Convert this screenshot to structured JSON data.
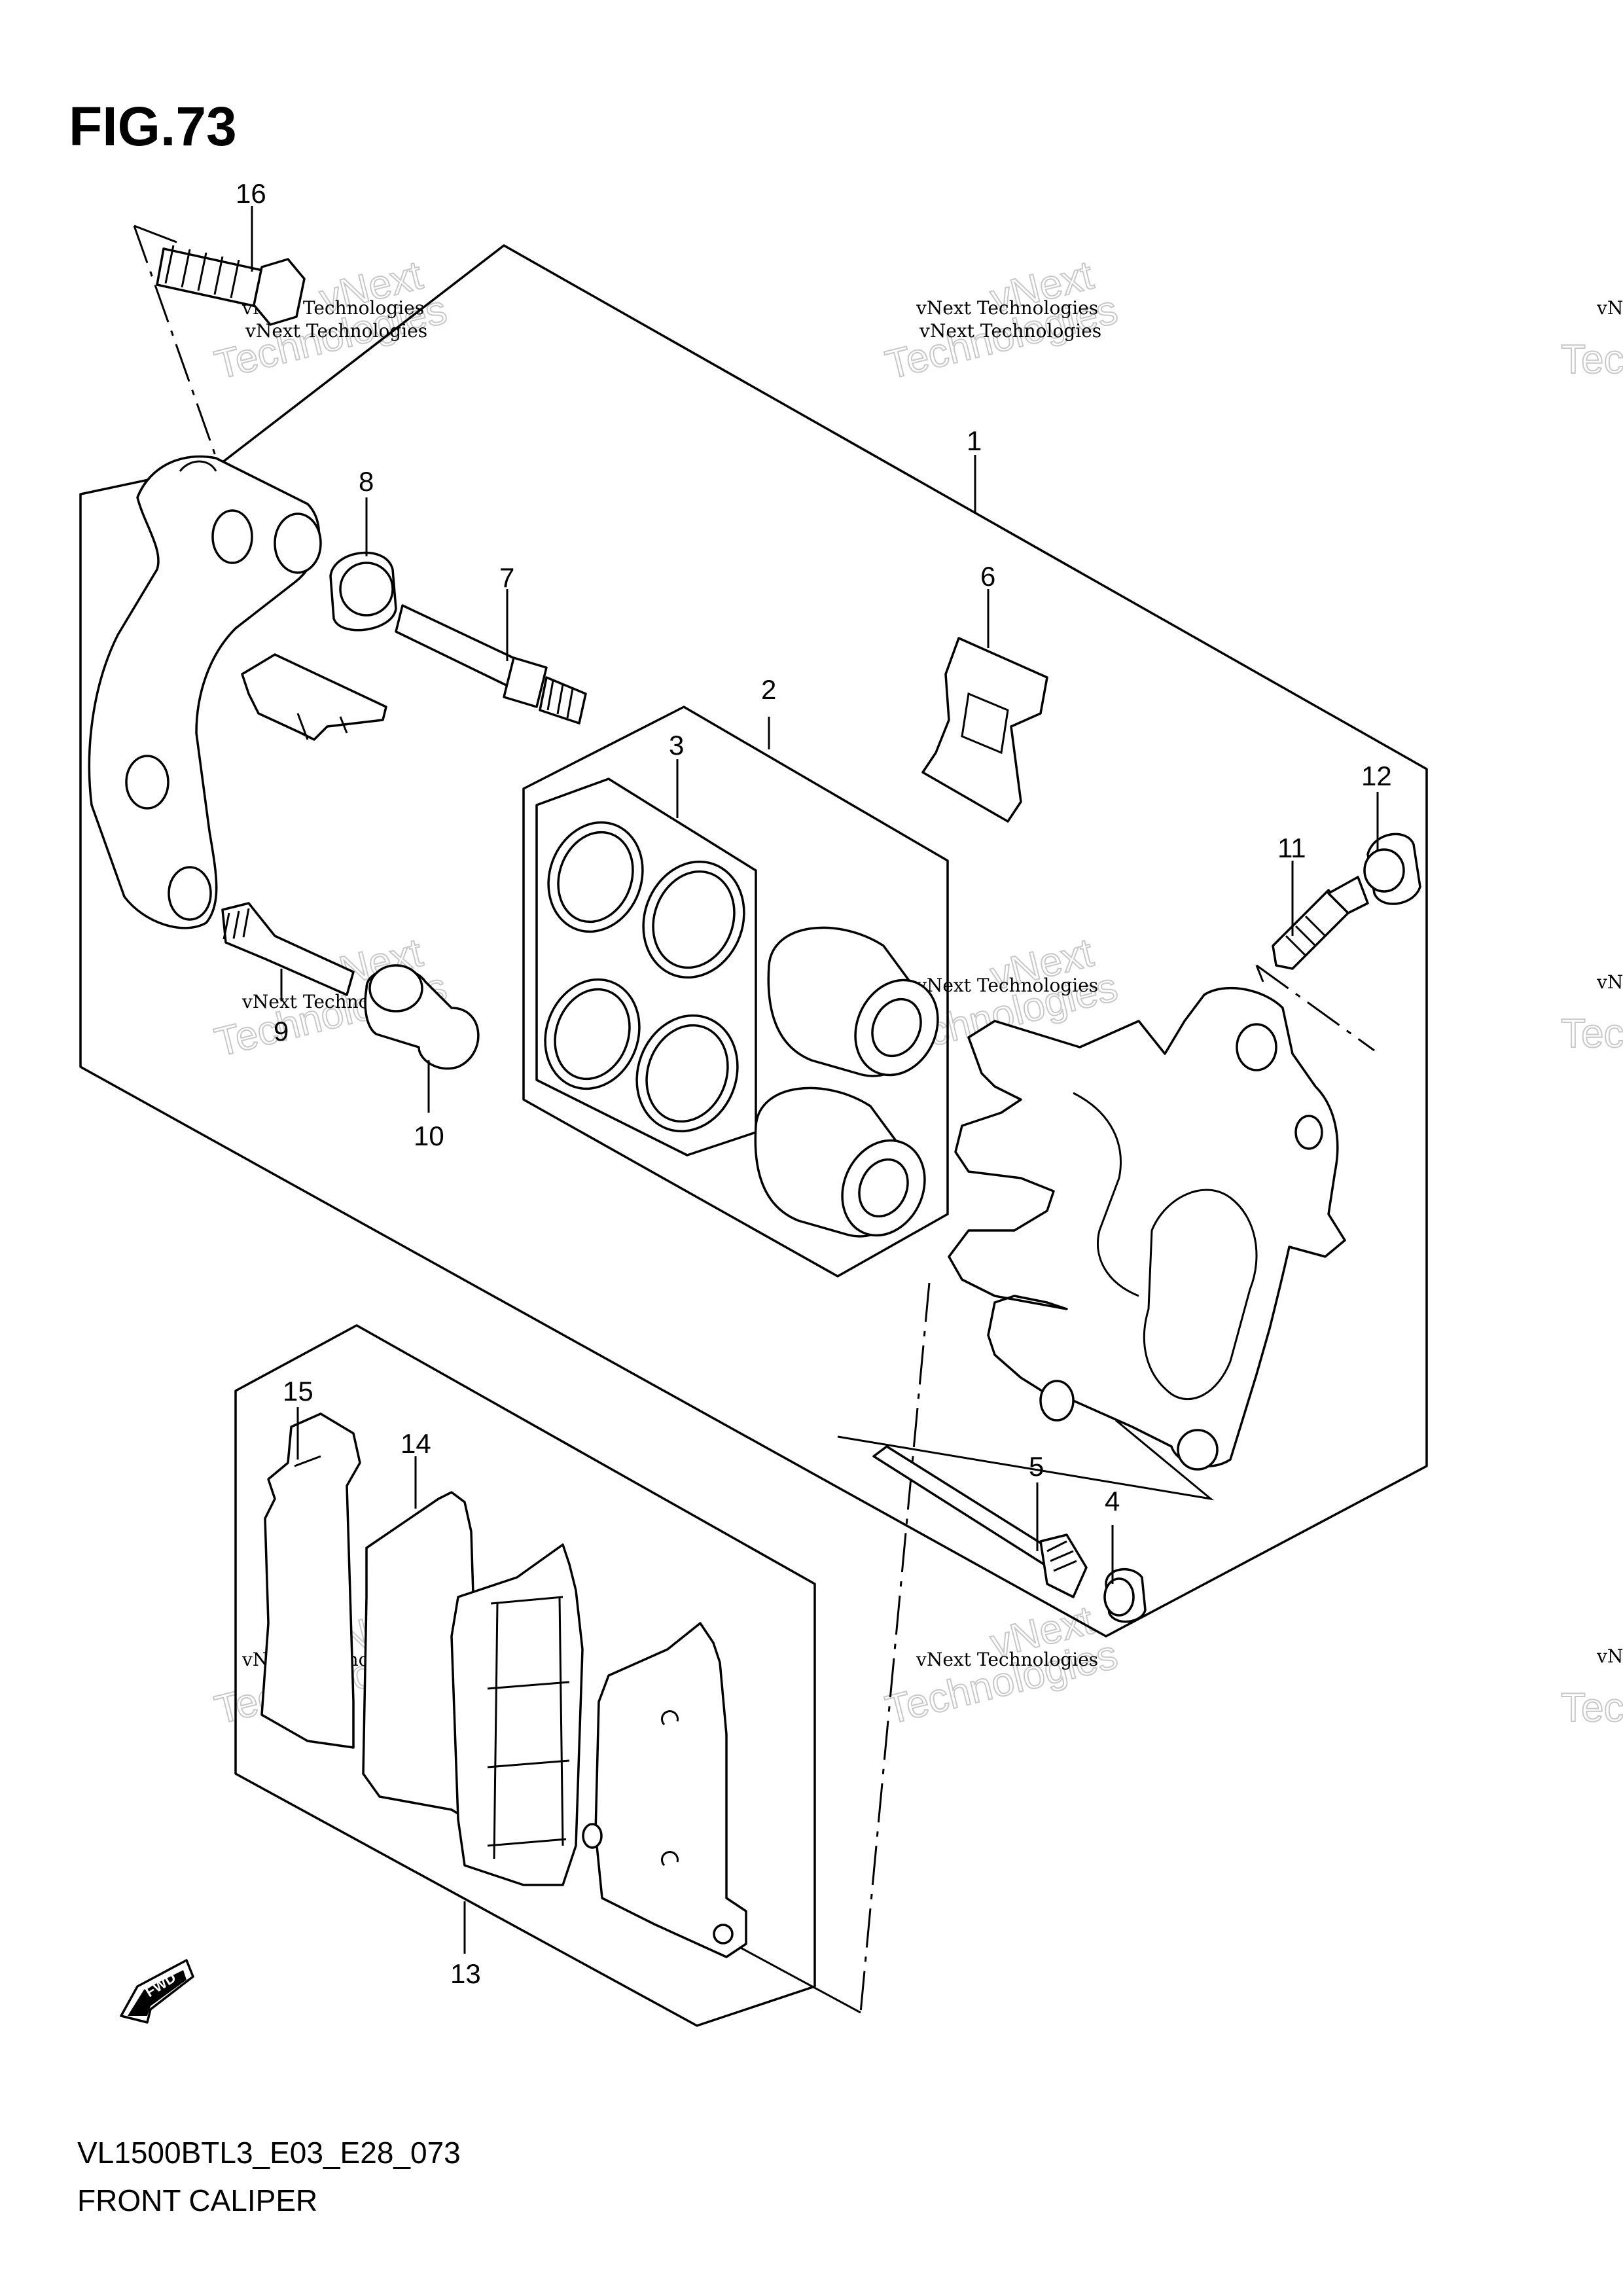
{
  "figure": {
    "title": "FIG.73",
    "code": "VL1500BTL3_E03_E28_073",
    "name": "FRONT CALIPER"
  },
  "watermark": {
    "line1": "vNext Technologies",
    "line2": "vNext",
    "line3": "Technologies"
  },
  "fwd_label": "FWD",
  "callouts": [
    "1",
    "2",
    "3",
    "4",
    "5",
    "6",
    "7",
    "8",
    "9",
    "10",
    "11",
    "12",
    "13",
    "14",
    "15",
    "16"
  ]
}
